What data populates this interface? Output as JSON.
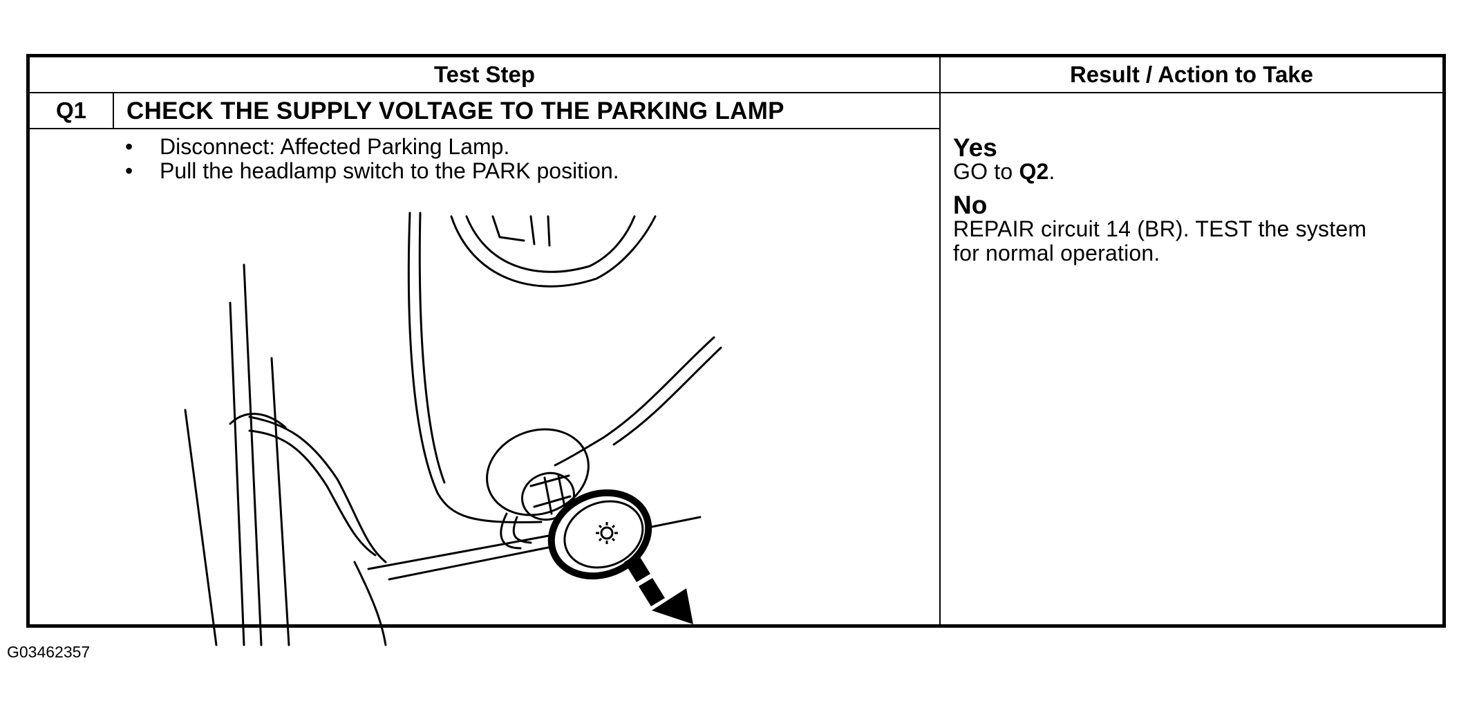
{
  "table": {
    "header_left": "Test Step",
    "header_right": "Result / Action to Take"
  },
  "step": {
    "id": "Q1",
    "title": "CHECK THE SUPPLY VOLTAGE TO THE PARKING LAMP",
    "instructions": [
      "Disconnect: Affected Parking Lamp.",
      "Pull the headlamp switch to the PARK position."
    ],
    "bullet": "•"
  },
  "results": {
    "yes_label": "Yes",
    "yes_action_prefix": "GO to ",
    "yes_action_target": "Q2",
    "yes_action_suffix": ".",
    "no_label": "No",
    "no_action_line1": "REPAIR circuit 14 (BR). TEST the system",
    "no_action_line2": "for normal operation."
  },
  "figure_id": "G03462357",
  "illustration": {
    "icon": "headlamp-switch-knob-pull-icon",
    "direction": "pull-out"
  }
}
